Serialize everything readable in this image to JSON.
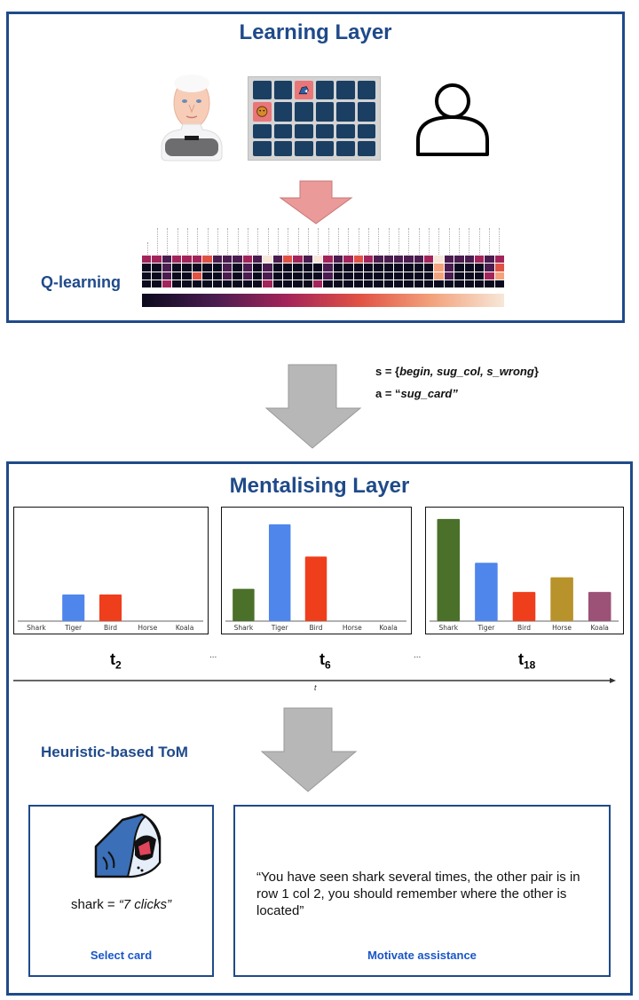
{
  "learning_layer": {
    "title": "Learning Layer",
    "q_learning_label": "Q-learning",
    "board": {
      "rows": 4,
      "cols": 6,
      "revealed": [
        {
          "row": 1,
          "col": 3,
          "icon": "shark-icon"
        },
        {
          "row": 2,
          "col": 1,
          "icon": "tiger-icon"
        }
      ]
    },
    "heatmap": {
      "rows": 4,
      "cols": 36,
      "colormap": "rocket",
      "colorbar_colors": [
        "#0b0a1e",
        "#4a1c4f",
        "#a3245a",
        "#e05244",
        "#f3a27c",
        "#f7e7d8"
      ]
    }
  },
  "state_action": {
    "state_prefix": "s = {",
    "state_items": "begin, sug_col,  s_wrong",
    "state_suffix": "}",
    "action_prefix": "a = “",
    "action_value": "sug_card",
    "action_suffix": "”"
  },
  "mentalising_layer": {
    "title": "Mentalising Layer",
    "timeline": {
      "labels": [
        {
          "base": "t",
          "sub": "2"
        },
        {
          "base": "t",
          "sub": "6"
        },
        {
          "base": "t",
          "sub": "18"
        }
      ],
      "ellipsis": "...",
      "axis_label": "t"
    },
    "heuristic_label": "Heuristic-based ToM",
    "select_card": {
      "text_prefix": "shark = ",
      "text_value": "“7 clicks”",
      "caption": "Select card"
    },
    "motivate": {
      "quote": "“You have seen shark several times, the other pair is in row 1 col 2, you should remember where the other is located”",
      "caption": "Motivate assistance"
    }
  },
  "chart_data": [
    {
      "type": "bar",
      "title": "t2",
      "categories": [
        "Shark",
        "Tiger",
        "Bird",
        "Horse",
        "Koala"
      ],
      "values": [
        0,
        1,
        1,
        0,
        0
      ],
      "colors": [
        "#4a7029",
        "#4f86ec",
        "#ef3e1c",
        "#b8922a",
        "#9c5277"
      ],
      "ylim": [
        0,
        4
      ]
    },
    {
      "type": "bar",
      "title": "t6",
      "categories": [
        "Shark",
        "Tiger",
        "Bird",
        "Horse",
        "Koala"
      ],
      "values": [
        1,
        3,
        2,
        0,
        0
      ],
      "colors": [
        "#4a7029",
        "#4f86ec",
        "#ef3e1c",
        "#b8922a",
        "#9c5277"
      ],
      "ylim": [
        0,
        3.3
      ]
    },
    {
      "type": "bar",
      "title": "t18",
      "categories": [
        "Shark",
        "Tiger",
        "Bird",
        "Horse",
        "Koala"
      ],
      "values": [
        7,
        4,
        2,
        3,
        2
      ],
      "colors": [
        "#4a7029",
        "#4f86ec",
        "#ef3e1c",
        "#b8922a",
        "#9c5277"
      ],
      "ylim": [
        0,
        7.3
      ]
    }
  ]
}
